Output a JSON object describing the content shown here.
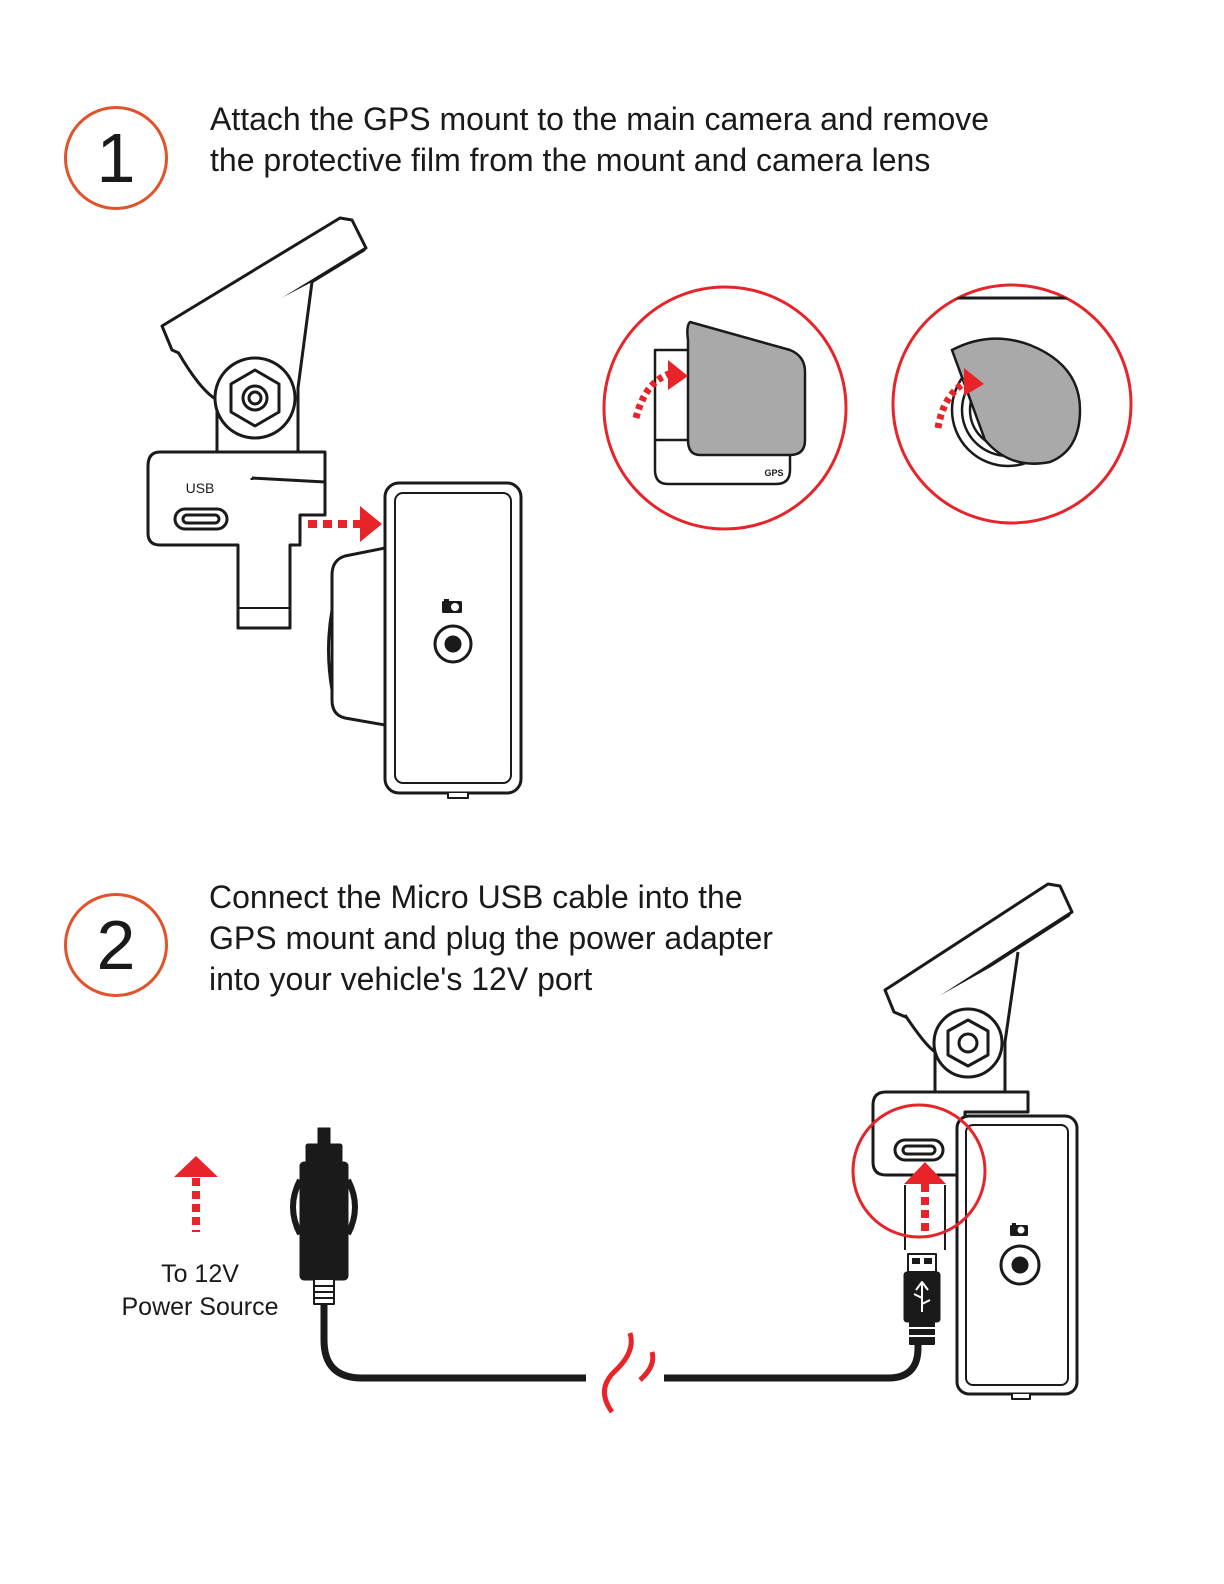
{
  "colors": {
    "accent": "#e0532b",
    "arrow_red": "#e8242b",
    "ink": "#1a1a1a",
    "film_gray": "#a9a9a9"
  },
  "step1": {
    "number": "1",
    "lines": [
      "Attach the GPS mount to the main camera and remove",
      "the protective film from the mount and camera lens"
    ],
    "usb_label": "USB",
    "gps_label": "GPS"
  },
  "step2": {
    "number": "2",
    "lines": [
      "Connect the Micro USB cable into the",
      "GPS mount and plug the power adapter",
      "into your vehicle's 12V port"
    ],
    "power_label": [
      "To 12V",
      "Power Source"
    ]
  }
}
